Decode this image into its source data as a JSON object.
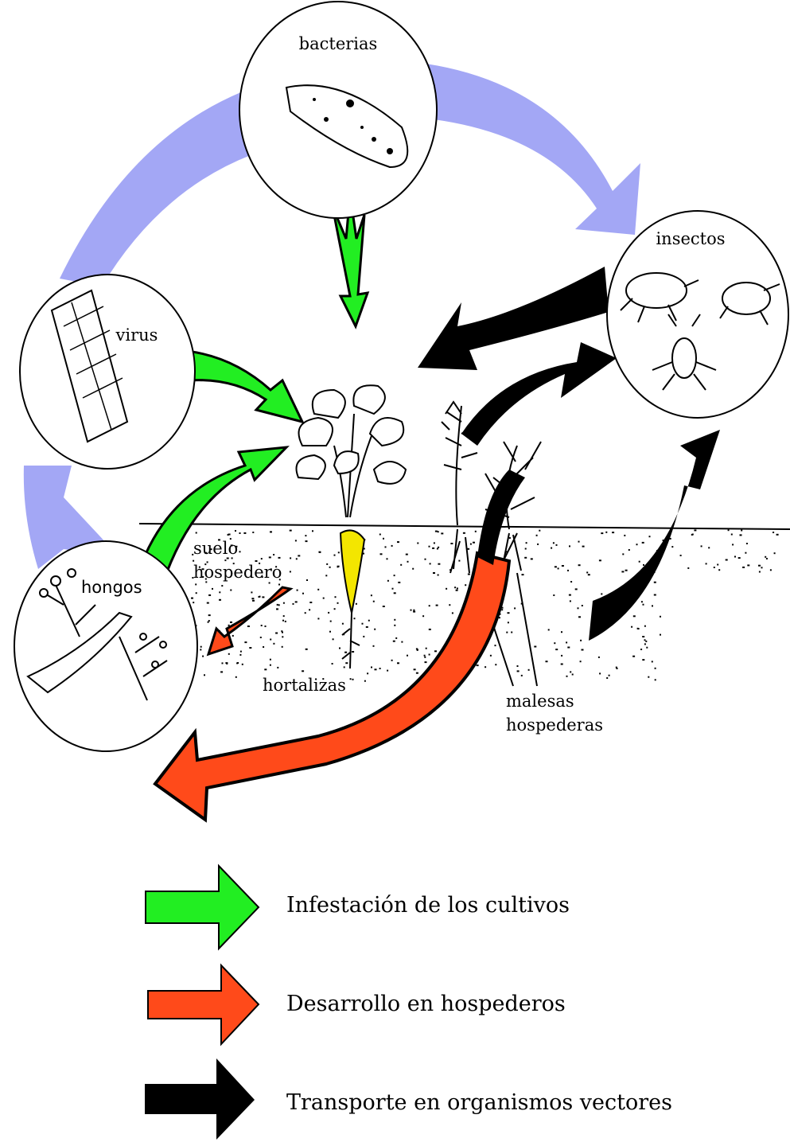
{
  "diagram": {
    "nodes": {
      "bacterias": "bacterias",
      "insectos": "insectos",
      "virus": "virus",
      "hongos": "hongos",
      "suelo": "suelo",
      "hospedero": "hospedero",
      "hortalizas": "hortalizas",
      "malesas": "malesas",
      "hospederas": "hospederas"
    },
    "legend": [
      {
        "label": "Infestación de los cultivos",
        "color": "#22ee22"
      },
      {
        "label": "Desarrollo en hospederos",
        "color": "#ff4a1a"
      },
      {
        "label": "Transporte en organismos vectores",
        "color": "#000000"
      }
    ],
    "colors": {
      "cycle_arrow": "#a3a7f5",
      "infestation": "#22ee22",
      "host_development": "#ff4a1a",
      "vector_transport": "#000000",
      "carrot": "#f3e600"
    }
  }
}
